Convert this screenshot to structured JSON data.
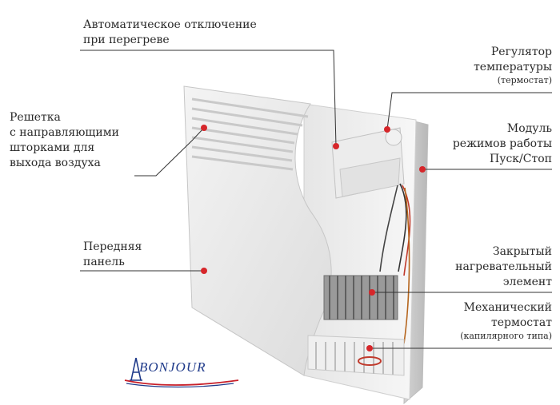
{
  "labels": {
    "auto_off": [
      "Автоматическое отключение",
      "при перегреве"
    ],
    "regulator": [
      "Регулятор",
      "температуры"
    ],
    "regulator_note": "(термостат)",
    "grille": [
      "Решетка",
      "с направляющими",
      "шторками для",
      "выхода воздуха"
    ],
    "module": [
      "Модуль",
      "режимов работы",
      "Пуск/Стоп"
    ],
    "front_panel": [
      "Передняя",
      "панель"
    ],
    "heating": [
      "Закрытый",
      "нагревательный",
      "элемент"
    ],
    "mech": [
      "Механический",
      "термостат"
    ],
    "mech_note": "(капилярного типа)"
  },
  "logo": {
    "text": "BONJOUR"
  },
  "colors": {
    "marker": "#d6262a",
    "line": "#333333",
    "logo_blue": "#1f3a8a",
    "logo_red": "#c8202a"
  }
}
